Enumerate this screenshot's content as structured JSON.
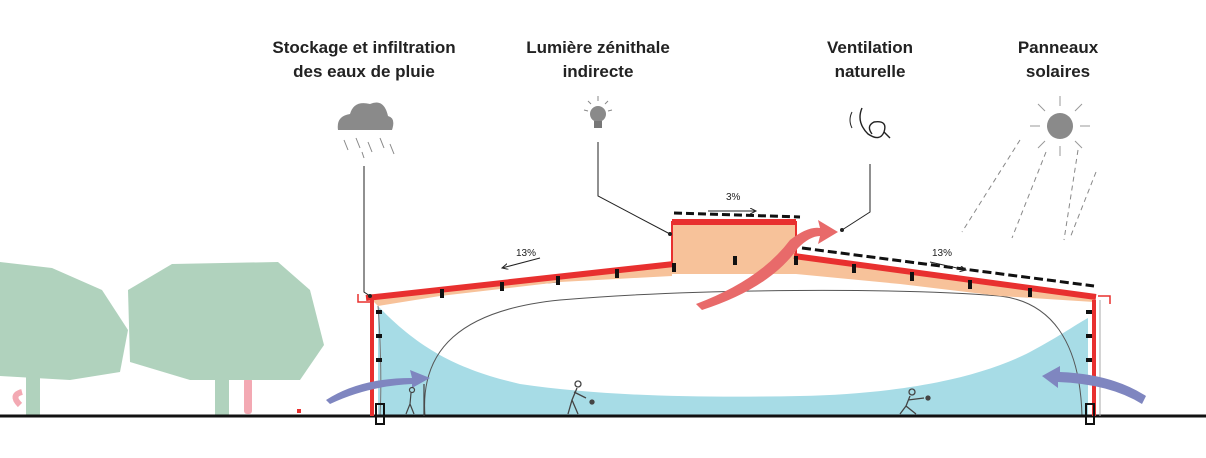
{
  "labels": {
    "rain": [
      "Stockage et infiltration",
      "des eaux de pluie"
    ],
    "light": [
      "Lumière zénithale",
      "indirecte"
    ],
    "ventilation": [
      "Ventilation",
      "naturelle"
    ],
    "solar": [
      "Panneaux",
      "solaires"
    ]
  },
  "slopes": {
    "left_roof": "13%",
    "skylight": "3%",
    "right_roof": "13%"
  },
  "colors": {
    "roof_red": "#e8302f",
    "roof_fill": "#f7c29a",
    "interior_blue": "#a7dce6",
    "tree_green": "#b0d2bd",
    "trunk_pink": "#f3a9b3",
    "airflow_blue": "#7f86c0",
    "airflow_red": "#e86a6a",
    "cloud_grey": "#8a8a8a"
  },
  "icons": [
    "cloud-rain-icon",
    "lightbulb-icon",
    "wind-swirl-icon",
    "sun-icon"
  ]
}
